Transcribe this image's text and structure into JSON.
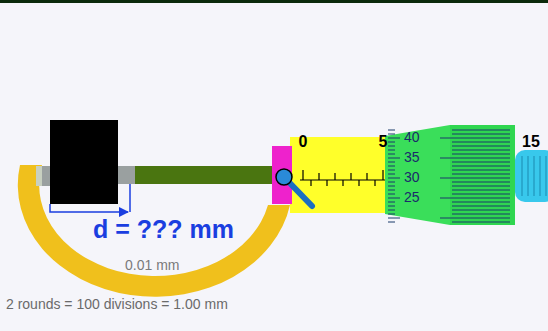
{
  "diagram": {
    "labels": [
      "0",
      "5",
      "15",
      "40",
      "35",
      "30",
      "25",
      "d = ??? mm",
      "0.01 mm",
      "2 rounds = 100 divisions = 1.00 mm"
    ]
  }
}
